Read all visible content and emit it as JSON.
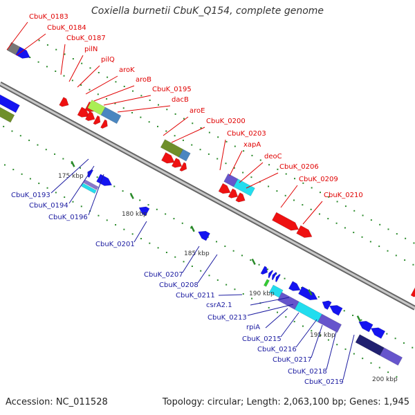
{
  "title": "Coxiella burnetii CbuK_Q154, complete genome",
  "footer": {
    "accession": "Accession: NC_011528",
    "stats": "Topology: circular; Length: 2,063,100 bp; Genes: 1,945"
  },
  "colors": {
    "top_label": "#e00000",
    "bottom_label": "#1a1aa0",
    "backbone": "#888888",
    "tick": "#2a8a2a"
  },
  "ticks": [
    {
      "label": "175 kbp"
    },
    {
      "label": "180 kbp"
    },
    {
      "label": "185 kbp"
    },
    {
      "label": "190 kbp"
    },
    {
      "label": "195 kbp"
    },
    {
      "label": "200 kbp"
    }
  ],
  "top_labels": [
    {
      "name": "CbuK_0183"
    },
    {
      "name": "CbuK_0184"
    },
    {
      "name": "CbuK_0187"
    },
    {
      "name": "pilN"
    },
    {
      "name": "pilQ"
    },
    {
      "name": "aroK"
    },
    {
      "name": "aroB"
    },
    {
      "name": "CbuK_0195"
    },
    {
      "name": "dacB"
    },
    {
      "name": "aroE"
    },
    {
      "name": "CbuK_0200"
    },
    {
      "name": "CbuK_0203"
    },
    {
      "name": "xapA"
    },
    {
      "name": "deoC"
    },
    {
      "name": "CbuK_0206"
    },
    {
      "name": "CbuK_0209"
    },
    {
      "name": "CbuK_0210"
    }
  ],
  "bottom_labels": [
    {
      "name": "CbuK_0193"
    },
    {
      "name": "CbuK_0194"
    },
    {
      "name": "CbuK_0196"
    },
    {
      "name": "CbuK_0201"
    },
    {
      "name": "CbuK_0207"
    },
    {
      "name": "CbuK_0208"
    },
    {
      "name": "CbuK_0211"
    },
    {
      "name": "csrA2.1"
    },
    {
      "name": "CbuK_0213"
    },
    {
      "name": "rpiA"
    },
    {
      "name": "CbuK_0215"
    },
    {
      "name": "CbuK_0216"
    },
    {
      "name": "CbuK_0217"
    },
    {
      "name": "CbuK_0218"
    },
    {
      "name": "CbuK_0219"
    }
  ]
}
